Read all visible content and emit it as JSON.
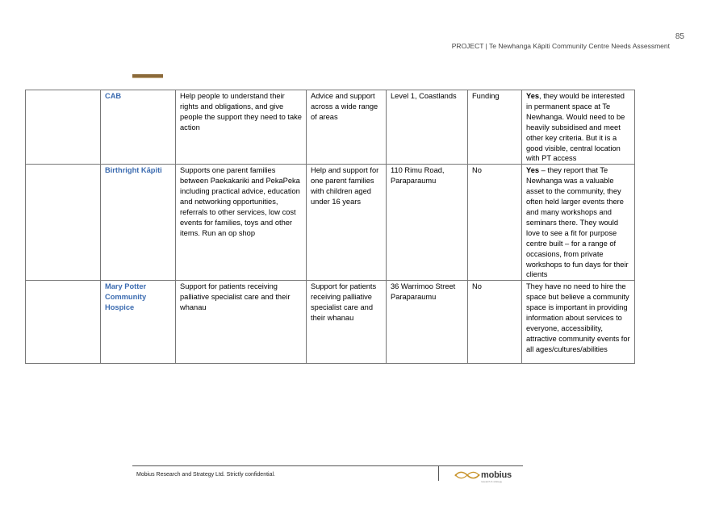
{
  "header": {
    "page_number": "85",
    "title": "PROJECT | Te Newhanga Kāpiti Community Centre Needs Assessment"
  },
  "table": {
    "rows": [
      {
        "org": "CAB",
        "purpose": "Help people to understand their rights and obligations, and give people the support they need to take action",
        "services": "Advice and support across a wide range of areas",
        "location": "Level 1, Coastlands",
        "funding": "Funding",
        "response_lead": "Yes",
        "response": ", they would be interested in permanent space at Te Newhanga.  Would need to be heavily subsidised and meet other key criteria.   But it is a good visible, central location with PT access"
      },
      {
        "org": "Birthright Kāpiti",
        "purpose": "Supports one parent families between Paekakariki and PekaPeka including practical advice, education and networking opportunities, referrals to other services, low cost events for families, toys and other items. Run an op shop",
        "services": "Help and support for one parent families with children aged under 16 years",
        "location": "110 Rimu Road, Paraparaumu",
        "funding": "No",
        "response_lead": "Yes",
        "response": " – they report that Te Newhanga was a valuable asset to the community, they often held larger events there and many workshops and seminars there.  They would love to see a fit for purpose centre built – for a range of occasions, from private workshops to fun days for their clients"
      },
      {
        "org": "Mary Potter Community Hospice",
        "purpose": "Support for patients receiving palliative specialist care and their whanau",
        "services": "Support for patients receiving palliative specialist care and their whanau",
        "location": "36 Warrimoo Street Paraparaumu",
        "funding": "No",
        "response_lead": "",
        "response": "They have no need to hire the space but believe a community space is important in providing information about services to everyone, accessibility, attractive community events for all ages/cultures/abilities"
      }
    ]
  },
  "footer": {
    "confidential": "Mobius Research and Strategy Ltd.  Strictly confidential.",
    "logo_text": "mobius",
    "logo_sub": "research & strategy"
  },
  "colors": {
    "org_blue": "#3b6bb0",
    "accent_brown": "#8b6a3a",
    "logo_gold": "#c8932a"
  }
}
